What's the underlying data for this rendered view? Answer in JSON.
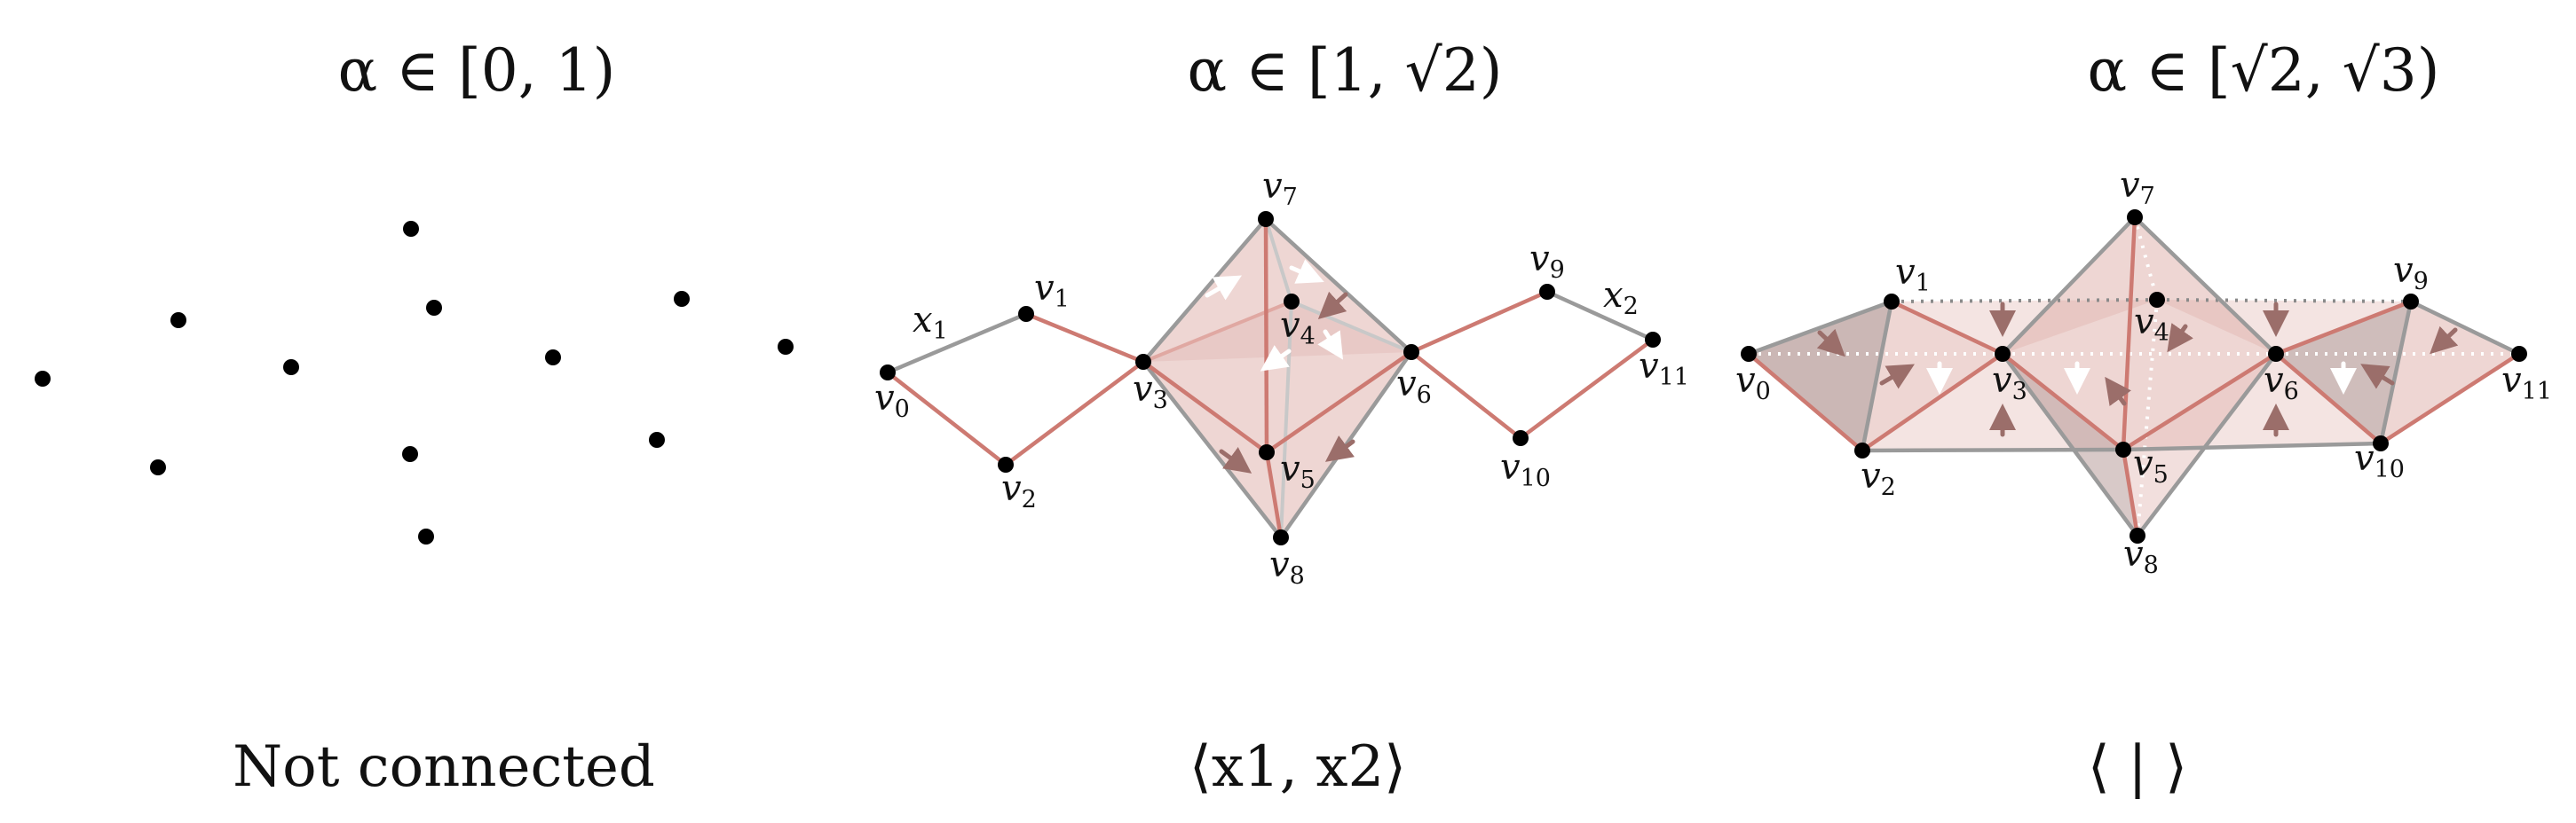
{
  "panels": [
    {
      "title_main": "α ∈ [0, 1)",
      "caption": "Not connected"
    },
    {
      "title_main": "α ∈ [1, ",
      "title_sqrt": "√2",
      "title_close": ")",
      "caption": "⟨x1, x2⟩"
    },
    {
      "title_main": "α ∈ [",
      "title_sqrt1": "√2",
      "title_comma": ", ",
      "title_sqrt2": "√3",
      "title_close": ")",
      "caption": "⟨ | ⟩"
    }
  ],
  "panel2_labels": {
    "v0": {
      "base": "v",
      "sub": "0"
    },
    "v1": {
      "base": "v",
      "sub": "1"
    },
    "v2": {
      "base": "v",
      "sub": "2"
    },
    "v3": {
      "base": "v",
      "sub": "3"
    },
    "v4": {
      "base": "v",
      "sub": "4"
    },
    "v5": {
      "base": "v",
      "sub": "5"
    },
    "v6": {
      "base": "v",
      "sub": "6"
    },
    "v7": {
      "base": "v",
      "sub": "7"
    },
    "v8": {
      "base": "v",
      "sub": "8"
    },
    "v9": {
      "base": "v",
      "sub": "9"
    },
    "v10": {
      "base": "v",
      "sub": "10"
    },
    "v11": {
      "base": "v",
      "sub": "11"
    },
    "x1": {
      "base": "x",
      "sub": "1"
    },
    "x2": {
      "base": "x",
      "sub": "2"
    }
  },
  "panel3_labels": {
    "v0": {
      "base": "v",
      "sub": "0"
    },
    "v1": {
      "base": "v",
      "sub": "1"
    },
    "v2": {
      "base": "v",
      "sub": "2"
    },
    "v3": {
      "base": "v",
      "sub": "3"
    },
    "v4": {
      "base": "v",
      "sub": "4"
    },
    "v5": {
      "base": "v",
      "sub": "5"
    },
    "v6": {
      "base": "v",
      "sub": "6"
    },
    "v7": {
      "base": "v",
      "sub": "7"
    },
    "v8": {
      "base": "v",
      "sub": "8"
    },
    "v9": {
      "base": "v",
      "sub": "9"
    },
    "v10": {
      "base": "v",
      "sub": "10"
    },
    "v11": {
      "base": "v",
      "sub": "11"
    }
  },
  "colors": {
    "red_edge": "#cd7a72",
    "gray_edge": "#9a9a9a",
    "face_fill": "#d9a49e",
    "dark_face": "#a88784",
    "arrow_dark": "#9b6e6a",
    "arrow_white": "#ffffff",
    "vertex": "#000000"
  }
}
